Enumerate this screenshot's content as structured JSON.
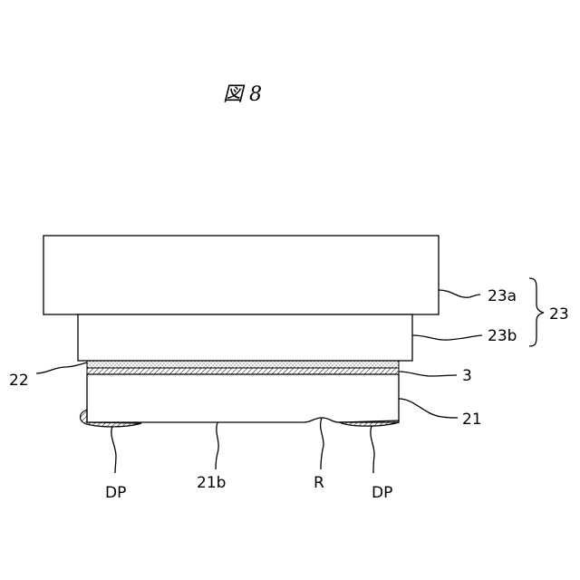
{
  "figure": {
    "title": "図 8",
    "labels": {
      "l23a": "23a",
      "l23b": "23b",
      "l23": "23",
      "l22": "22",
      "l3": "3",
      "l21": "21",
      "l21b": "21b",
      "lR": "R",
      "lDP": "DP"
    }
  }
}
